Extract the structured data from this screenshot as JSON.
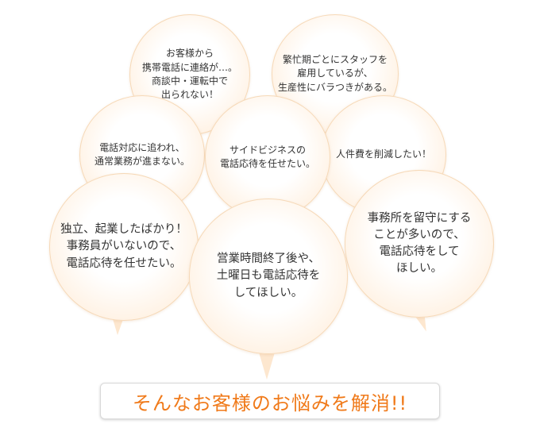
{
  "bubbles": {
    "customer_calls": "お客様から\n携帯電話に連絡が…。\n商談中・運転中で\n出られない！",
    "busy_season": "繁忙期ごとにスタッフを\n雇用しているが、\n生産性にバラつきがある。",
    "phone_handling": "電話対応に追われ、\n通常業務が進まない。",
    "side_business": "サイドビジネスの\n電話応待を任せたい。",
    "cut_costs": "人件費を削減したい！",
    "independent": "独立、起業したばかり！\n事務員がいないので、\n電話応待を任せたい。",
    "after_hours": "営業時間終了後や、\n土曜日も電話応待を\nしてほしい。",
    "office_away": "事務所を留守にする\nことが多いので、\n電話応待をして\nほしい。"
  },
  "banner": {
    "text": "そんなお客様のお悩みを解消!!"
  },
  "colors": {
    "accent": "#f07a1a",
    "bubble_edge": "#fde2c4",
    "text": "#333333"
  }
}
